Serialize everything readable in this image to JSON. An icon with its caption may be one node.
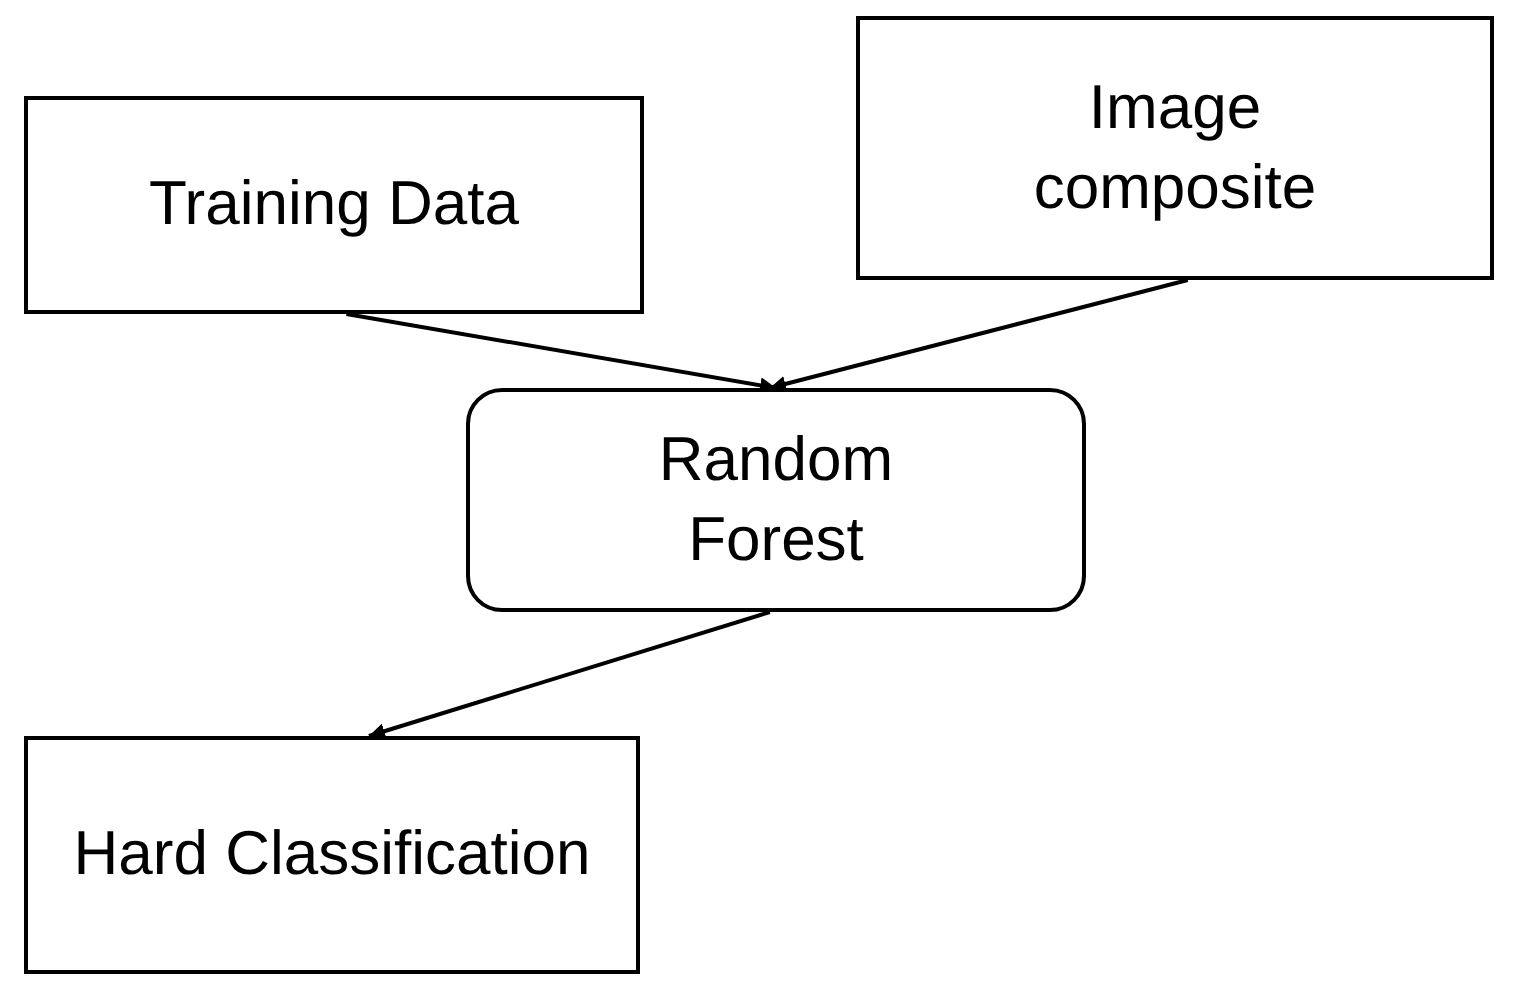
{
  "diagram": {
    "nodes": [
      {
        "text": [
          "Training Data"
        ]
      },
      {
        "text": [
          "Image composite"
        ]
      },
      {
        "text": [
          "Random Forest"
        ]
      },
      {
        "text": [
          "Hard Classification"
        ]
      }
    ],
    "edges": [
      {
        "from": 0,
        "to": 2,
        "arrow": "to"
      },
      {
        "from": 1,
        "to": 2,
        "arrow": "to"
      },
      {
        "from": 2,
        "to": 3,
        "arrow": "to"
      }
    ]
  }
}
